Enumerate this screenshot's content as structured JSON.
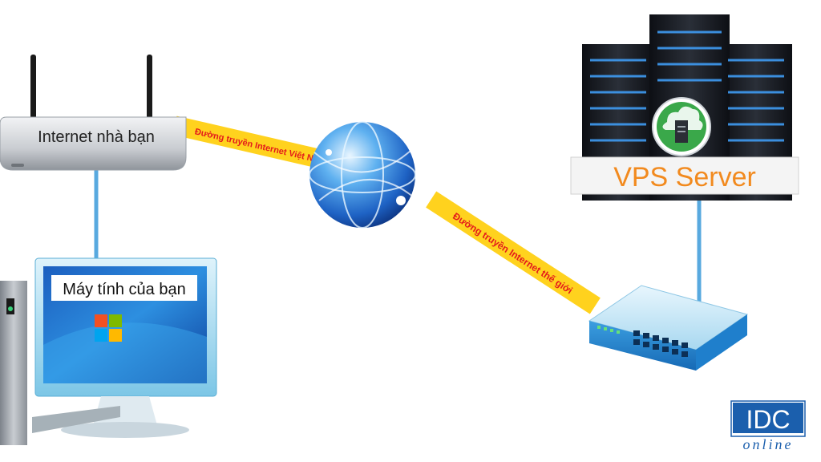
{
  "router": {
    "label": "Internet nhà bạn",
    "icon": "wifi-router-icon"
  },
  "computer": {
    "label": "Máy tính của bạn",
    "icon": "desktop-computer-icon"
  },
  "globe": {
    "icon": "internet-globe-icon"
  },
  "server": {
    "label": "VPS Server",
    "icon": "server-rack-icon",
    "cloud_icon": "cloud-server-icon"
  },
  "switch": {
    "icon": "network-switch-icon"
  },
  "links": {
    "vietnam": "Đường truyền Internet Việt Nam",
    "world": "Đường truyền Internet thế giới"
  },
  "logo": {
    "main": "IDC",
    "sub": "online"
  },
  "colors": {
    "link_fill": "#ffd21e",
    "link_text": "#e41b1b",
    "cable": "#58a9df",
    "logo_blue": "#1b5fad",
    "vps_text": "#f28a1e"
  }
}
